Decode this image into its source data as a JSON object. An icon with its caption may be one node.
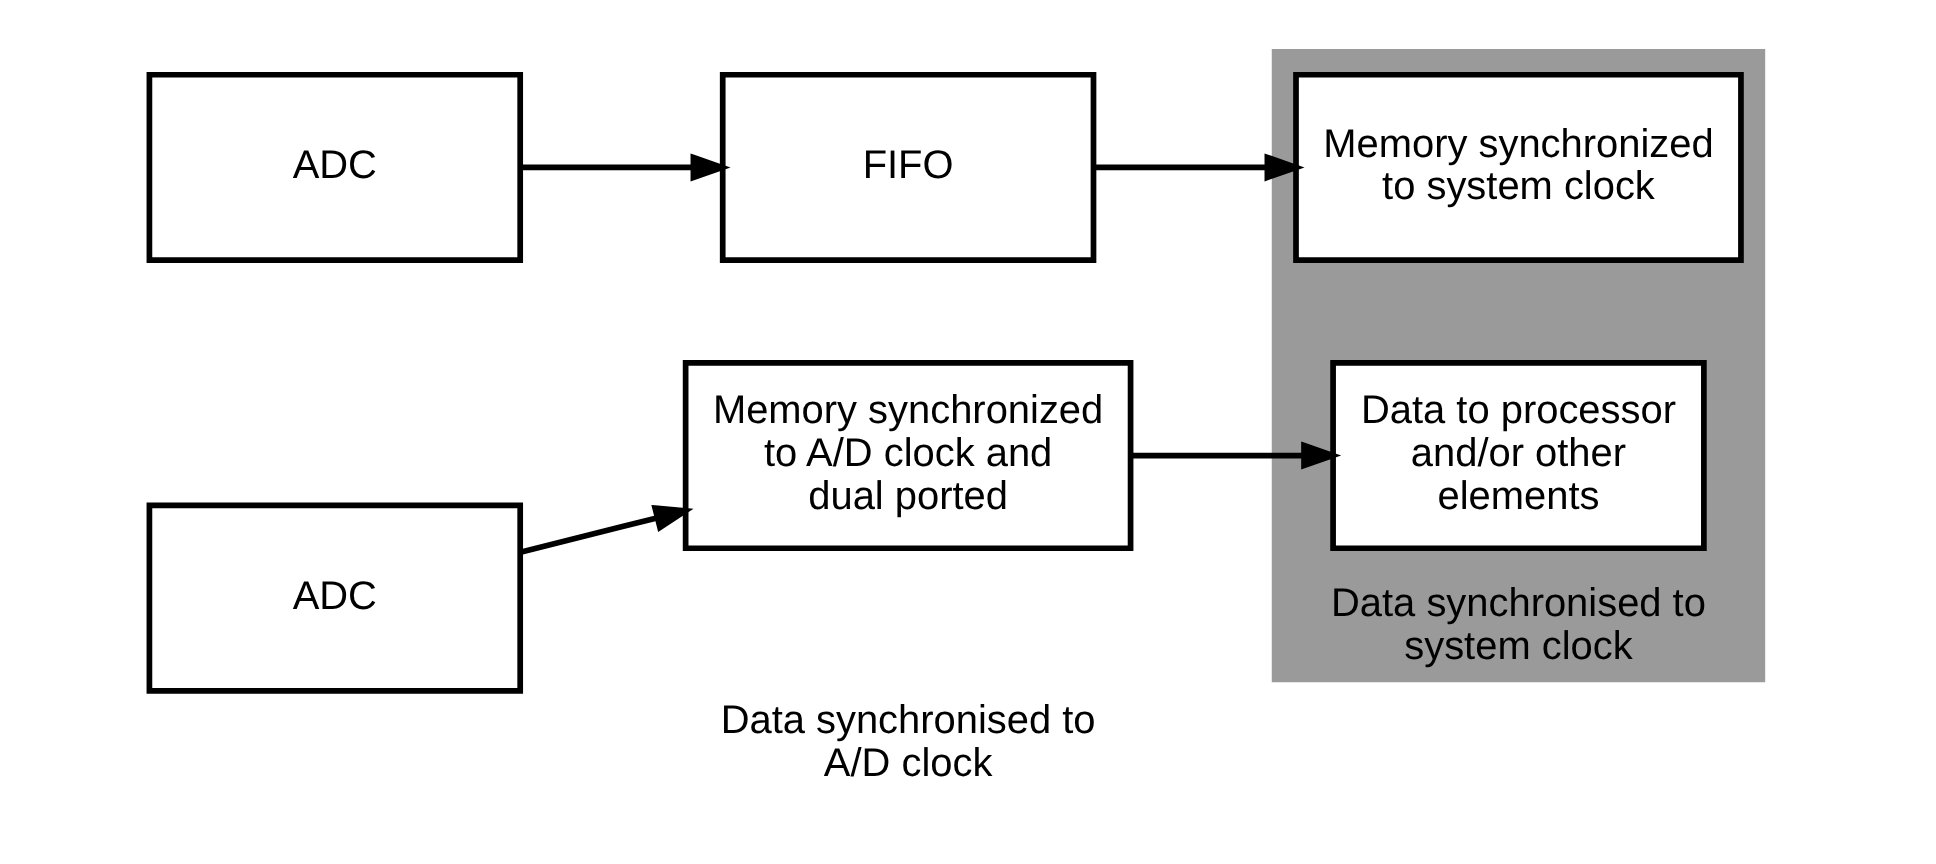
{
  "diagram": {
    "nodes": [
      {
        "text": [
          "ADC"
        ]
      },
      {
        "text": [
          "FIFO"
        ]
      },
      {
        "text": [
          "Data synchronised to system clock"
        ]
      },
      {
        "text": [
          "Memory synchronized to system clock"
        ],
        "in": 2
      },
      {
        "text": [
          "ADC"
        ]
      },
      {
        "text": [
          "Memory synchronized to A/D clock and dual ported"
        ]
      },
      {
        "text": [
          "Data to processor and/or other elements"
        ],
        "in": 2
      }
    ],
    "edges": [
      {
        "from": 0,
        "to": 1,
        "arrow": "to"
      },
      {
        "from": 1,
        "to": 3,
        "arrow": "to"
      },
      {
        "from": 4,
        "to": 5,
        "arrow": "to"
      },
      {
        "from": 5,
        "to": 6,
        "arrow": "to"
      }
    ],
    "labels": [
      "Data synchronised to A/D clock"
    ]
  }
}
